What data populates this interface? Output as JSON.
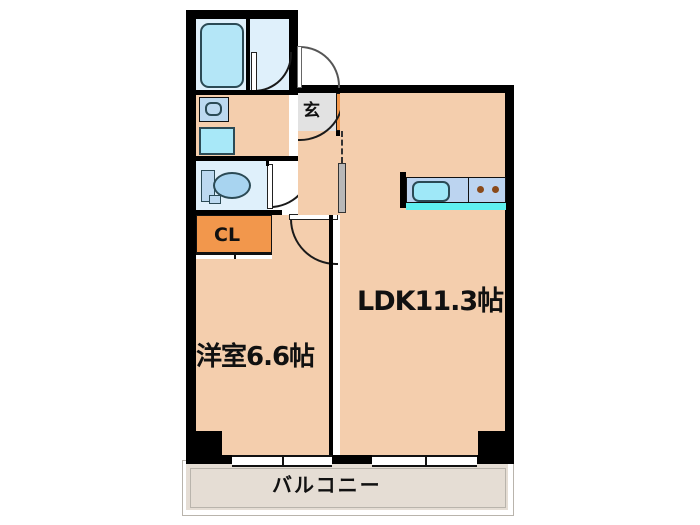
{
  "plan": {
    "title": "間取り図",
    "rooms": [
      {
        "key": "ldk",
        "label": "LDK11.3帖",
        "name": "リビング・ダイニング・キッチン",
        "size_jo": 11.3
      },
      {
        "key": "washitsu",
        "label": "洋室6.6帖",
        "name": "洋室",
        "size_jo": 6.6
      },
      {
        "key": "closet",
        "label": "CL",
        "name": "クローゼット",
        "size_jo": null
      },
      {
        "key": "genkan",
        "label": "玄",
        "name": "玄関",
        "size_jo": null
      },
      {
        "key": "balcony",
        "label": "バルコニー",
        "name": "バルコニー",
        "size_jo": null
      }
    ],
    "fixtures": [
      {
        "key": "bathtub",
        "name": "浴槽"
      },
      {
        "key": "washbasin",
        "name": "洗面台"
      },
      {
        "key": "washer",
        "name": "洗濯機置場"
      },
      {
        "key": "toilet",
        "name": "トイレ"
      },
      {
        "key": "sink",
        "name": "キッチンシンク"
      },
      {
        "key": "stove",
        "name": "コンロ2口"
      },
      {
        "key": "shoebox",
        "name": "シューズボックス"
      }
    ],
    "colors": {
      "room_fill": "#f4cead",
      "wet_fill": "#dff0fb",
      "closet_fill": "#f2974c",
      "balcony_fill": "#e5ddd4",
      "kitchen_fill": "#bcd4f0",
      "wall": "#000000",
      "entry_floor": "#e2e2e2",
      "bathtub_fill": "#b4e6f7"
    }
  }
}
